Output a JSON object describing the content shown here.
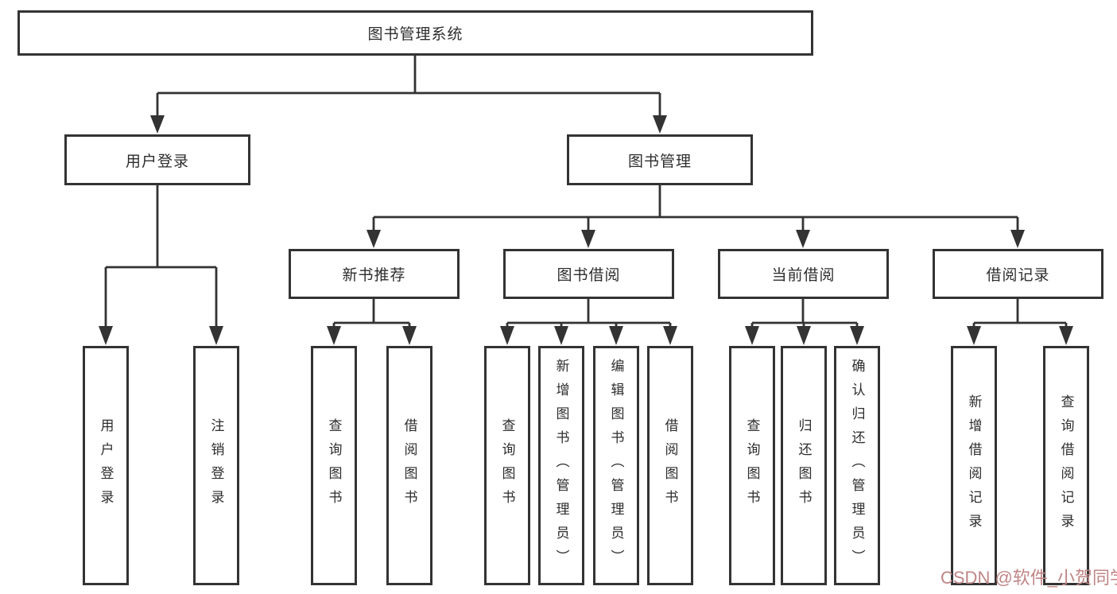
{
  "diagram": {
    "tree": {
      "label": "图书管理系统",
      "children": [
        {
          "label": "用户登录",
          "children": [
            {
              "label": "用户登录"
            },
            {
              "label": "注销登录"
            }
          ]
        },
        {
          "label": "图书管理",
          "children": [
            {
              "label": "新书推荐",
              "children": [
                {
                  "label": "查询图书"
                },
                {
                  "label": "借阅图书"
                }
              ]
            },
            {
              "label": "图书借阅",
              "children": [
                {
                  "label": "查询图书"
                },
                {
                  "label": "新增图书（管理员）"
                },
                {
                  "label": "编辑图书（管理员）"
                },
                {
                  "label": "借阅图书"
                }
              ]
            },
            {
              "label": "当前借阅",
              "children": [
                {
                  "label": "查询图书"
                },
                {
                  "label": "归还图书"
                },
                {
                  "label": "确认归还（管理员）"
                }
              ]
            },
            {
              "label": "借阅记录",
              "children": [
                {
                  "label": "新增借阅记录"
                },
                {
                  "label": "查询借阅记录"
                }
              ]
            }
          ]
        }
      ]
    },
    "watermark": {
      "text": "CSDN @软件_小贺同学"
    },
    "colors": {
      "line": "#333333",
      "text": "#2d2d2d",
      "background": "#ffffff",
      "watermark": "#c08585"
    }
  }
}
